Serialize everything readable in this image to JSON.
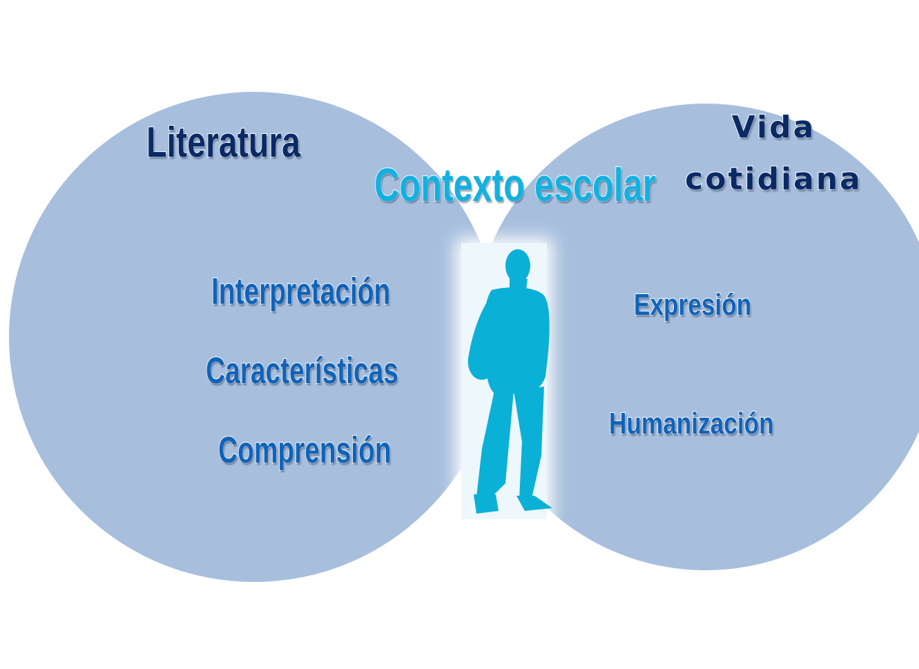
{
  "diagram": {
    "colors": {
      "circle_fill": "#a7bfdd",
      "overlap_fill": "#7d9fcc",
      "outline": "#ffffff",
      "dark_text": "#0a2a66",
      "cyan_text": "#12b1e0",
      "mid_text": "#1063b8",
      "figure": "#0bb0d6"
    },
    "left_circle": {
      "title": "Literatura",
      "items": [
        "Interpretación",
        "Características",
        "Comprensión"
      ]
    },
    "right_circle": {
      "title_line1": "Vida",
      "title_line2": "cotidiana",
      "items": [
        "Expresión",
        "Humanización"
      ]
    },
    "intersection": {
      "title": "Contexto escolar",
      "figure_icon": "person-silhouette-icon"
    }
  }
}
